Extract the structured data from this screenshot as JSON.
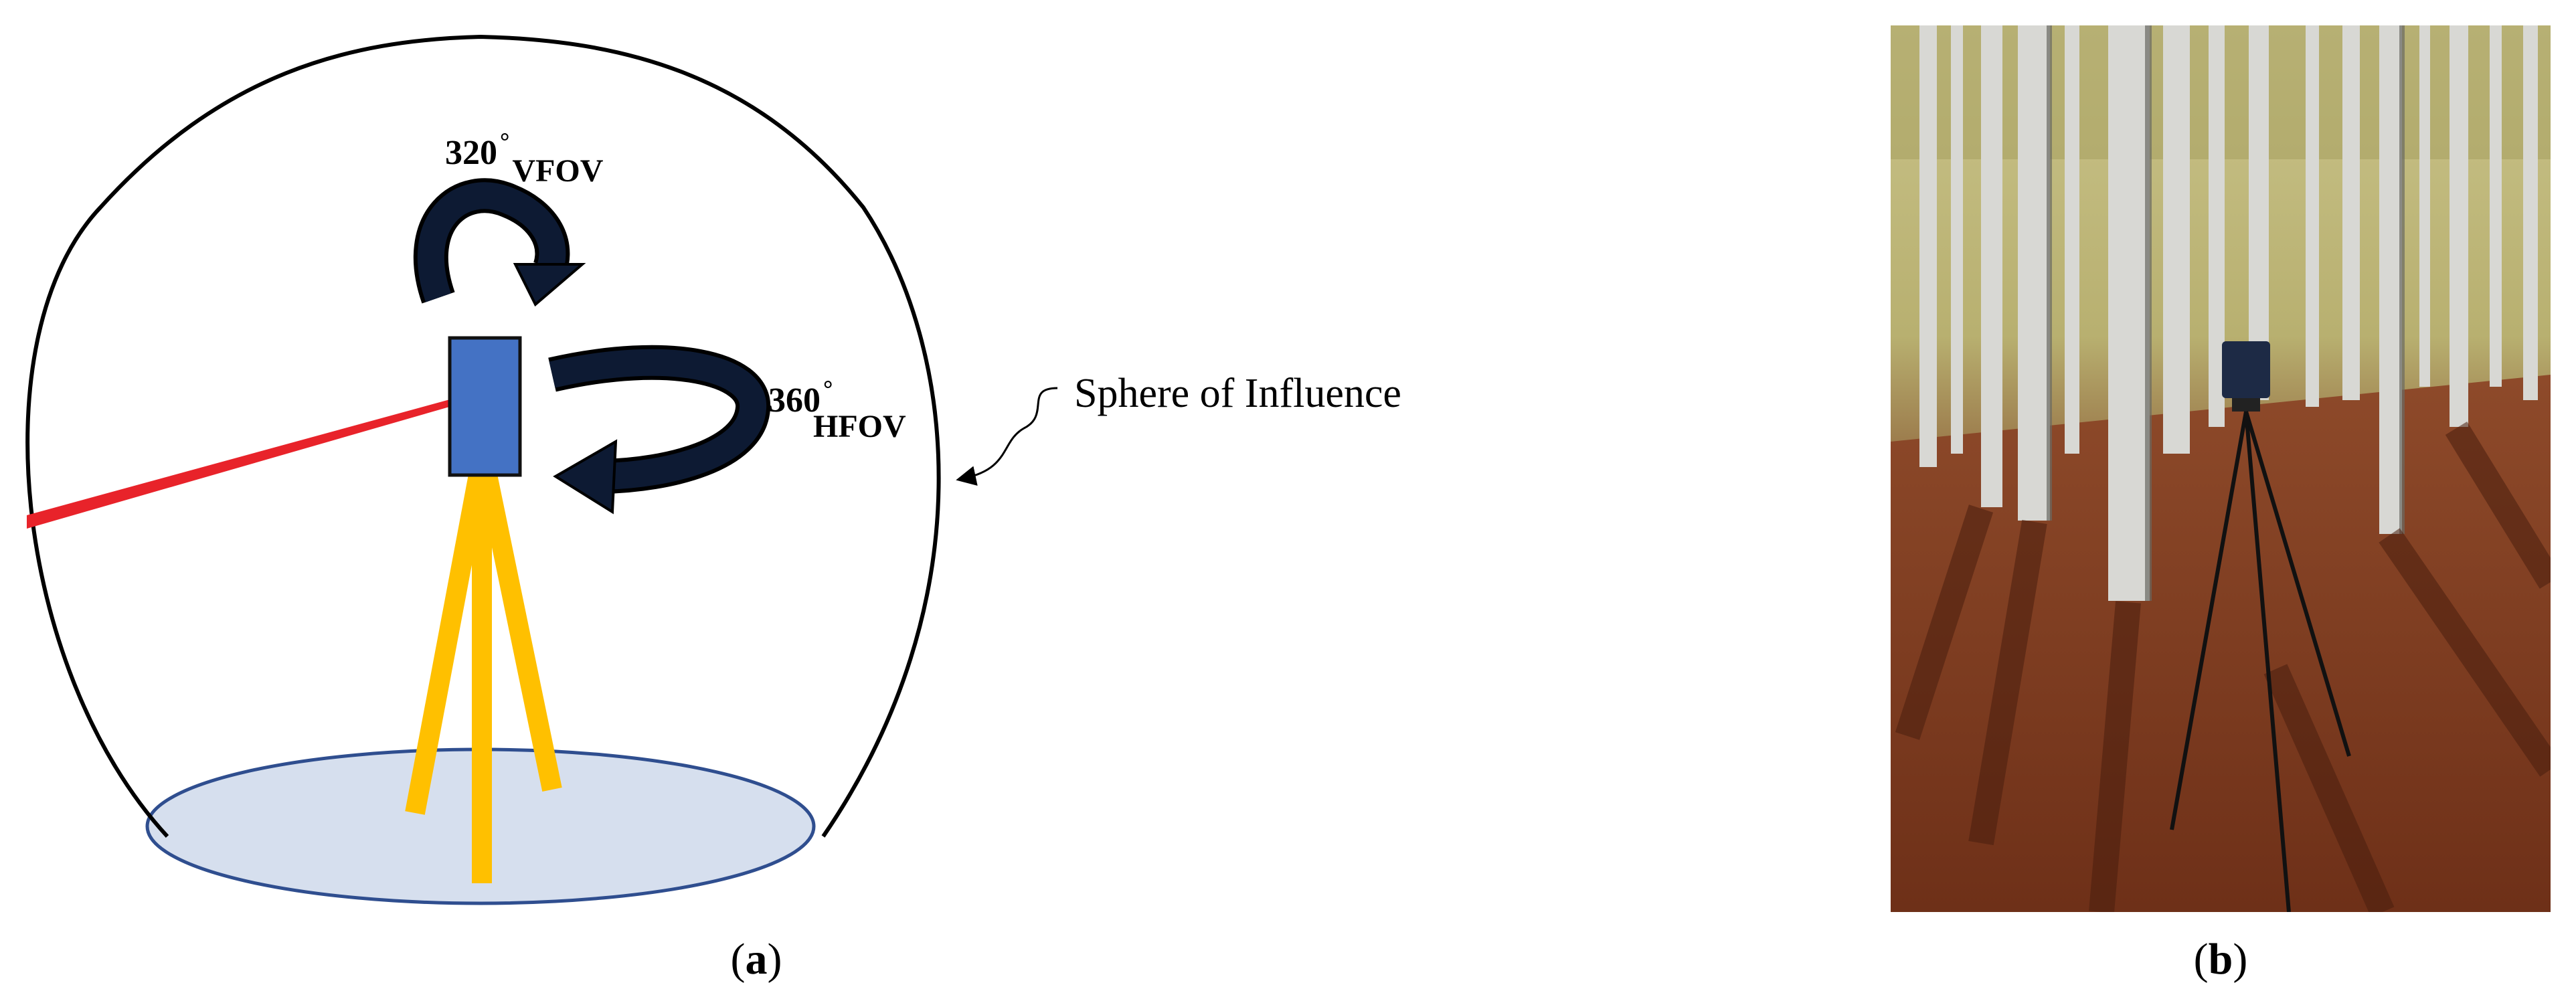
{
  "panel_a": {
    "vfov_number": "320",
    "vfov_degree": "°",
    "vfov_label": "VFOV",
    "hfov_number": "360",
    "hfov_degree": "°",
    "hfov_label": "HFOV",
    "sphere_label": "Sphere of Influence",
    "caption_open": "(",
    "caption_letter": "a",
    "caption_close": ")"
  },
  "panel_b": {
    "caption_open": "(",
    "caption_letter": "b",
    "caption_close": ")"
  },
  "colors": {
    "scanner": "#4472C4",
    "tripod": "#FFC000",
    "laser": "#E8232A",
    "ground": "#D6DFEE",
    "arrow": "#0D1A33",
    "sphere": "#000000"
  }
}
